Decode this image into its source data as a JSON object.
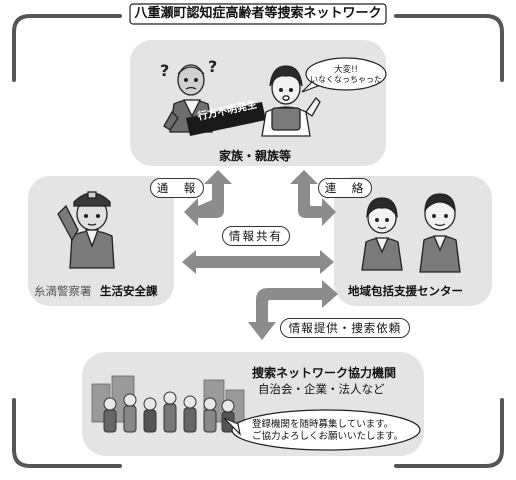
{
  "title": "八重瀬町認知症高齢者等捜索ネットワーク",
  "family": {
    "label": "家族・親族等",
    "speech": [
      "大変!!",
      "いなくなっちゃった"
    ],
    "banner": "行方不明発生",
    "question_marks": "? ?"
  },
  "police": {
    "station": "糸満警察署",
    "section": "生活安全課"
  },
  "center": {
    "label": "地域包括支援センター"
  },
  "network": {
    "title": "捜索ネットワーク協力機関",
    "subtitle": "自治会・企業・法人など",
    "notice": [
      "登録機関を随時募集しています。",
      "ご協力よろしくお願いいたします。"
    ]
  },
  "arrows": {
    "report": "通　報",
    "contact": "連　絡",
    "info_share": "情報共有",
    "info_request": "情報提供・捜索依頼"
  },
  "colors": {
    "panel": "#e4e4e4",
    "arrow": "#8c8c8c",
    "frame": "#555555"
  }
}
